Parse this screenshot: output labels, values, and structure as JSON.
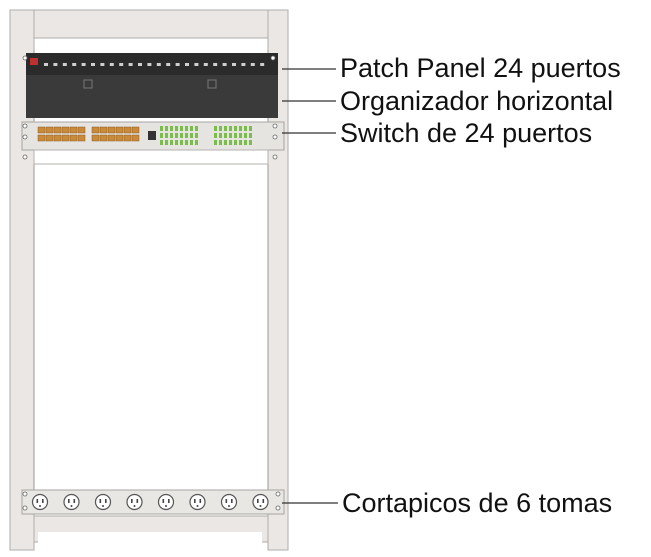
{
  "labels": {
    "patch_panel": "Patch Panel 24 puertos",
    "organizer": "Organizador horizontal",
    "switch": "Switch de 24 puertos",
    "power_strip": "Cortapicos de 6 tomas"
  },
  "colors": {
    "rack_frame": "#ebe7e4",
    "rack_outline": "#a8a5a2",
    "patch_panel": "#2b2b2b",
    "organizer": "#3a3a3a",
    "switch_body": "#e6e4e1",
    "rj45_ports": "#c98a3b",
    "fiber_ports": "#7bbd4a",
    "leader_line": "#333333"
  }
}
